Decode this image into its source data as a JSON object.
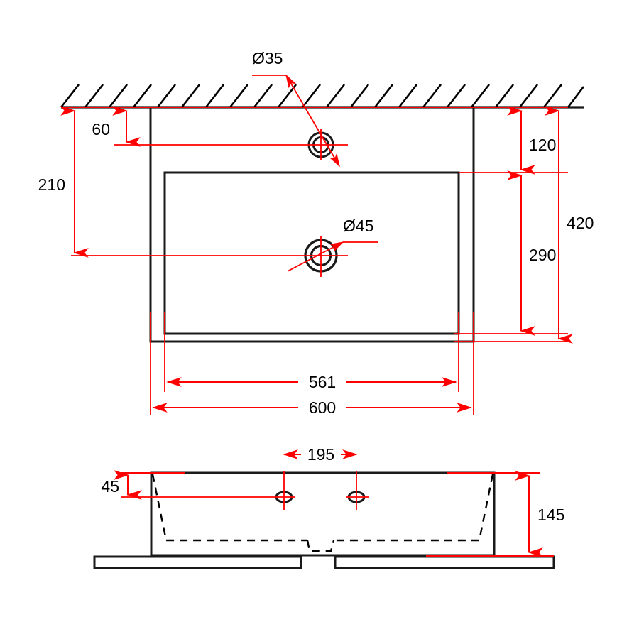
{
  "document": {
    "type": "technical-drawing",
    "subject": "Rectangular washbasin dimensional drawing",
    "views": [
      "top-view",
      "front-elevation"
    ],
    "units": "mm",
    "colors": {
      "dimension": "#ff0000",
      "object": "#1a1a1a",
      "background": "#ffffff",
      "hatch": "#000000"
    }
  },
  "top_view": {
    "name": "top-view",
    "dimensions": {
      "tap_hole_from_wall": "60",
      "drain_from_wall": "210",
      "tap_hole_from_wall_right": "120",
      "drain_to_front_right": "290",
      "total_depth": "420",
      "inner_width": "561",
      "total_width": "600"
    },
    "holes": {
      "tap_hole_label": "Ø35",
      "drain_hole_label": "Ø45"
    }
  },
  "front_view": {
    "name": "front-elevation",
    "dimensions": {
      "hole_depth_from_top": "45",
      "hole_spacing": "195",
      "total_height": "145"
    }
  },
  "dimension_values": {
    "d60": "60",
    "d210": "210",
    "d120": "120",
    "d290": "290",
    "d420": "420",
    "d561": "561",
    "d600": "600",
    "d45": "45",
    "d195": "195",
    "d145": "145",
    "dia35": "Ø35",
    "dia45": "Ø45"
  }
}
